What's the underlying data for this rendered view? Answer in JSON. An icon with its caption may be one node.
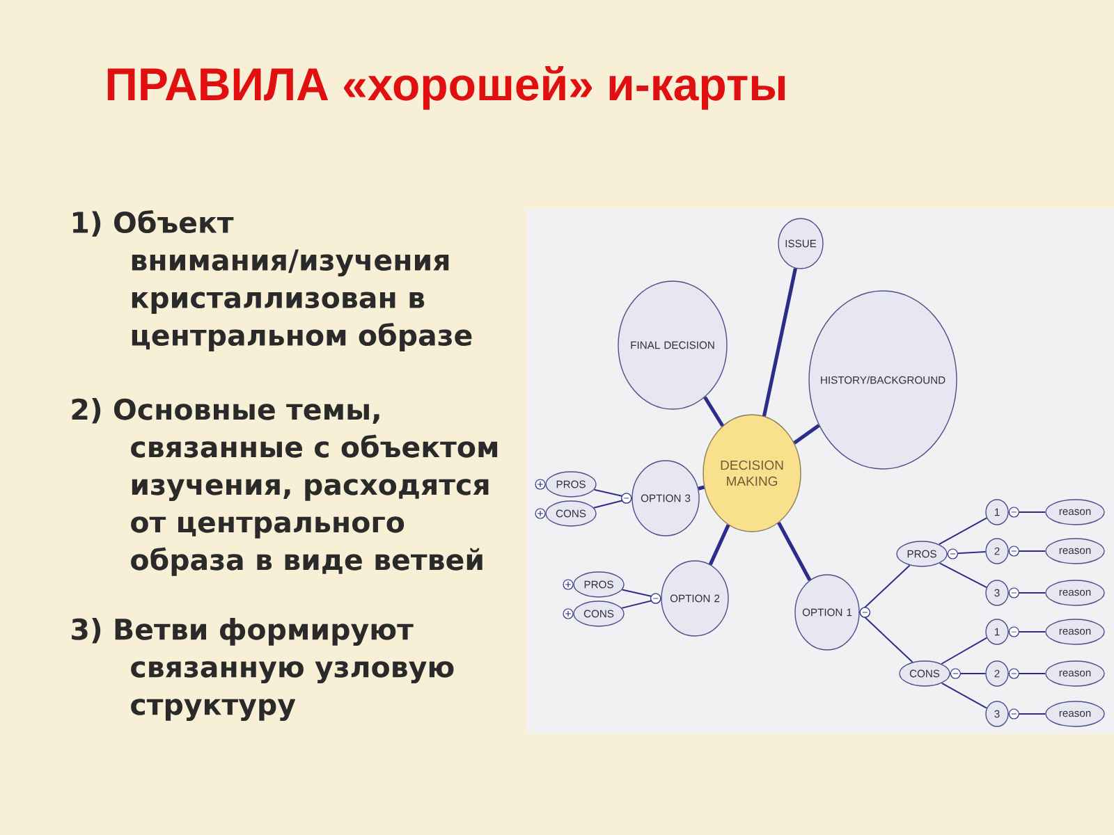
{
  "diagram": {
    "title": "ПРАВИЛА «хорошей» и-карты",
    "nodes": [
      {
        "text": [
          "DECISION MAKING"
        ]
      },
      {
        "text": [
          "ISSUE"
        ]
      },
      {
        "text": [
          "FINAL DECISION"
        ]
      },
      {
        "text": [
          "HISTORY/BACKGROUND"
        ]
      },
      {
        "text": [
          "OPTION 3"
        ]
      },
      {
        "text": [
          "PROS"
        ]
      },
      {
        "text": [
          "CONS"
        ]
      },
      {
        "text": [
          "OPTION 2"
        ]
      },
      {
        "text": [
          "PROS"
        ]
      },
      {
        "text": [
          "CONS"
        ]
      },
      {
        "text": [
          "OPTION 1"
        ]
      },
      {
        "text": [
          "PROS"
        ]
      },
      {
        "text": [
          "1"
        ]
      },
      {
        "text": [
          "reason"
        ]
      },
      {
        "text": [
          "2"
        ]
      },
      {
        "text": [
          "reason"
        ]
      },
      {
        "text": [
          "3"
        ]
      },
      {
        "text": [
          "reason"
        ]
      },
      {
        "text": [
          "CONS"
        ]
      },
      {
        "text": [
          "1"
        ]
      },
      {
        "text": [
          "reason"
        ]
      },
      {
        "text": [
          "2"
        ]
      },
      {
        "text": [
          "reason"
        ]
      },
      {
        "text": [
          "3"
        ]
      },
      {
        "text": [
          "reason"
        ]
      }
    ],
    "edges": [
      {
        "from": 0,
        "to": 1,
        "arrow": "none",
        "style": "thick"
      },
      {
        "from": 0,
        "to": 2,
        "arrow": "none",
        "style": "thick"
      },
      {
        "from": 0,
        "to": 3,
        "arrow": "none",
        "style": "thick"
      },
      {
        "from": 0,
        "to": 4,
        "arrow": "none",
        "style": "thick"
      },
      {
        "from": 0,
        "to": 7,
        "arrow": "none",
        "style": "thick"
      },
      {
        "from": 0,
        "to": 10,
        "arrow": "none",
        "style": "thick"
      },
      {
        "from": 4,
        "to": 5,
        "arrow": "other"
      },
      {
        "from": 4,
        "to": 6,
        "arrow": "other"
      },
      {
        "from": 7,
        "to": 8,
        "arrow": "other"
      },
      {
        "from": 7,
        "to": 9,
        "arrow": "other"
      },
      {
        "from": 10,
        "to": 11,
        "arrow": "other"
      },
      {
        "from": 10,
        "to": 18,
        "arrow": "other"
      },
      {
        "from": 11,
        "to": 12,
        "arrow": "none"
      },
      {
        "from": 12,
        "to": 13,
        "arrow": "other"
      },
      {
        "from": 11,
        "to": 14,
        "arrow": "other"
      },
      {
        "from": 14,
        "to": 15,
        "arrow": "other"
      },
      {
        "from": 11,
        "to": 16,
        "arrow": "none"
      },
      {
        "from": 16,
        "to": 17,
        "arrow": "other"
      },
      {
        "from": 18,
        "to": 19,
        "arrow": "none"
      },
      {
        "from": 19,
        "to": 20,
        "arrow": "other"
      },
      {
        "from": 18,
        "to": 21,
        "arrow": "other"
      },
      {
        "from": 21,
        "to": 22,
        "arrow": "other"
      },
      {
        "from": 18,
        "to": 23,
        "arrow": "none"
      },
      {
        "from": 23,
        "to": 24,
        "arrow": "other"
      }
    ],
    "labels": [
      "1) Объект внимания/изучения кристаллизован в центральном образе",
      "2) Основные темы, связанные с объектом изучения, расходятся от центрального образа в виде ветвей",
      "3) Ветви формируют связанную узловую структуру"
    ]
  }
}
